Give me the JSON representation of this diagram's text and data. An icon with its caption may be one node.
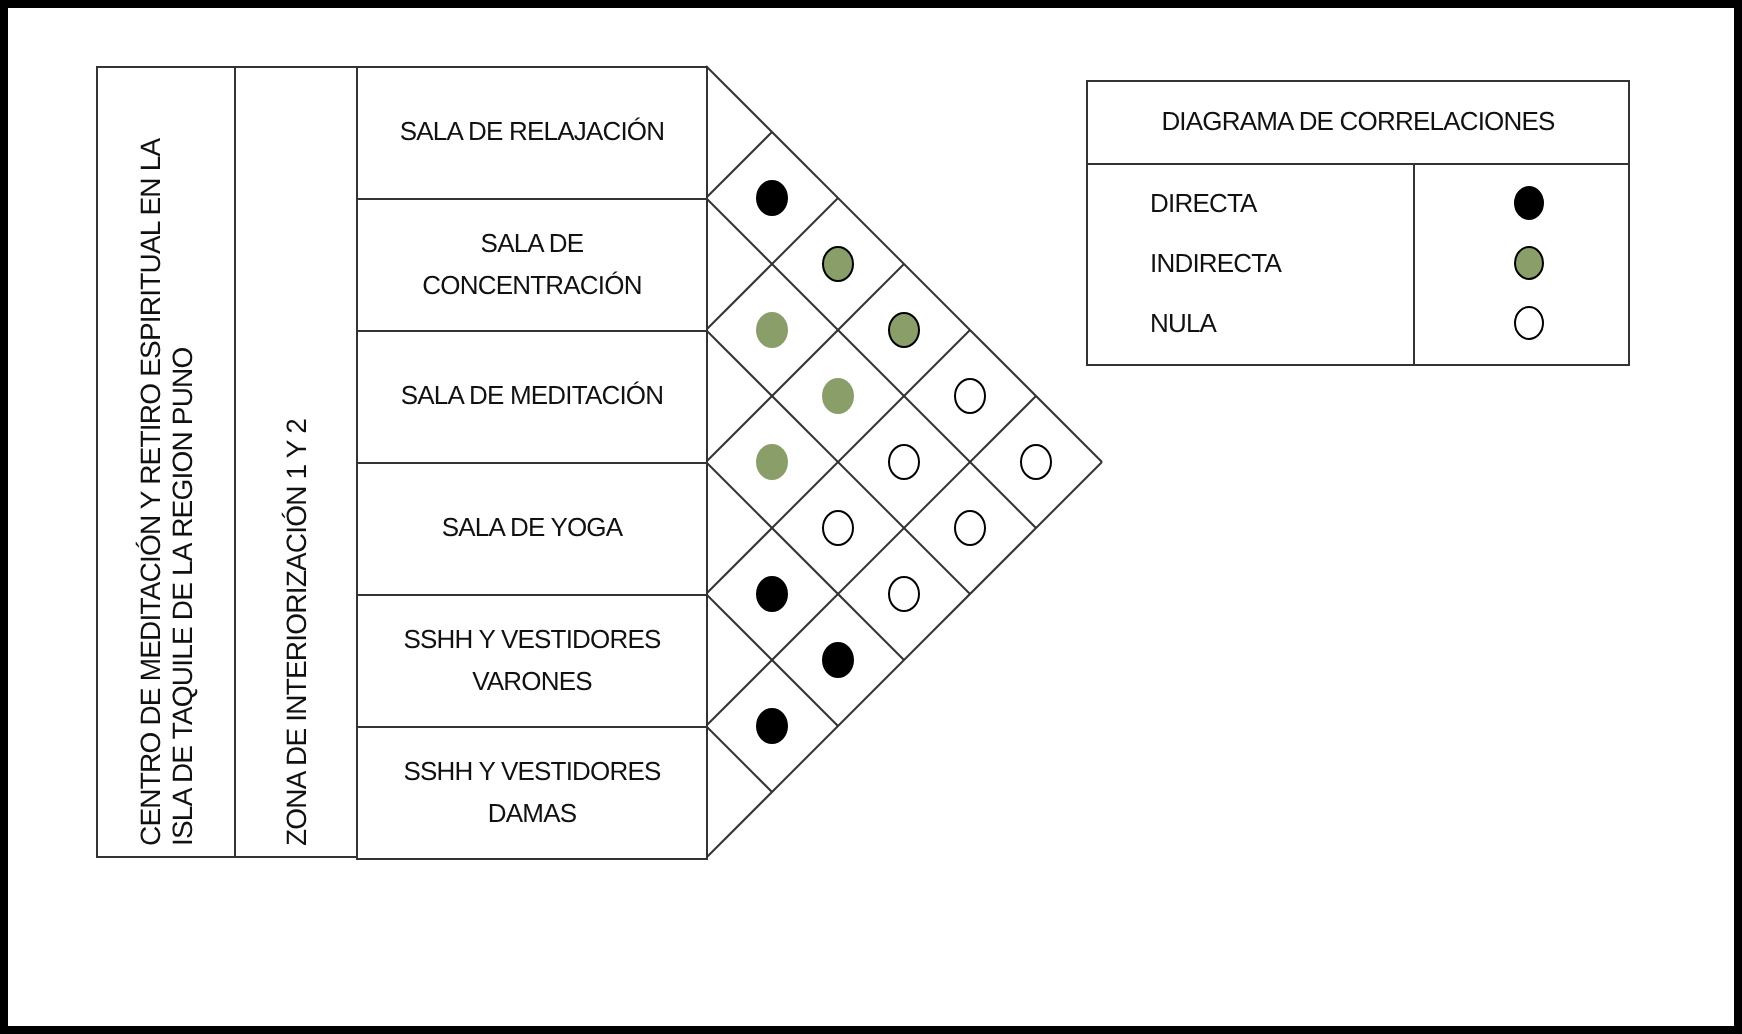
{
  "diagram": {
    "nodes": [
      {
        "text": [
          "CENTRO DE MEDITACIÓN Y RETIRO ESPIRITUAL EN LA ISLA DE TAQUILE DE LA  REGION PUNO"
        ]
      },
      {
        "text": [
          "ZONA DE INTERIORIZACIÓN 1 Y 2"
        ]
      },
      {
        "text": [
          "SALA DE RELAJACIÓN"
        ]
      },
      {
        "text": [
          "SALA DE CONCENTRACIÓN"
        ]
      },
      {
        "text": [
          "SALA DE MEDITACIÓN"
        ]
      },
      {
        "text": [
          "SALA DE YOGA"
        ]
      },
      {
        "text": [
          "SSHH  Y VESTIDORES VARONES"
        ]
      },
      {
        "text": [
          "SSHH  Y VESTIDORES DAMAS"
        ]
      },
      {
        "text": [],
        "shape": "circle"
      },
      {
        "text": [],
        "shape": "circle"
      },
      {
        "text": [],
        "shape": "circle"
      },
      {
        "text": [],
        "shape": "circle"
      },
      {
        "text": [],
        "shape": "circle"
      },
      {
        "text": [],
        "shape": "circle"
      },
      {
        "text": [],
        "shape": "circle"
      },
      {
        "text": [],
        "shape": "circle"
      },
      {
        "text": [],
        "shape": "circle"
      },
      {
        "text": [],
        "shape": "circle"
      },
      {
        "text": [],
        "shape": "circle"
      },
      {
        "text": [],
        "shape": "circle"
      },
      {
        "text": [],
        "shape": "circle"
      },
      {
        "text": [],
        "shape": "circle"
      },
      {
        "text": [],
        "shape": "circle"
      }
    ],
    "labels": [
      "DIAGRAMA DE CORRELACIONES"
    ],
    "legend": [
      {
        "text": "DIRECTA",
        "color": "#000000"
      },
      {
        "text": "INDIRECTA",
        "color": "#8a9e69"
      },
      {
        "text": "NULA",
        "color": "#ffffff"
      }
    ]
  }
}
